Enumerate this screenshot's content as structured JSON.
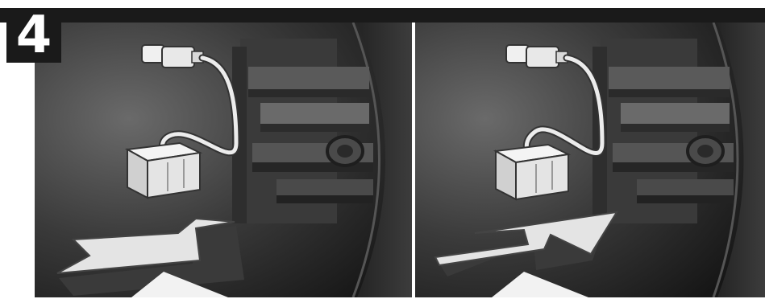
{
  "step": {
    "number": "4"
  },
  "panels": [
    {
      "arrow_direction": "out"
    },
    {
      "arrow_direction": "in"
    }
  ],
  "colors": {
    "header": "#1a1a1a",
    "background_dark": "#2b2b2b",
    "connector": "#e6e6e6",
    "arrow": "#e0e0e0"
  }
}
